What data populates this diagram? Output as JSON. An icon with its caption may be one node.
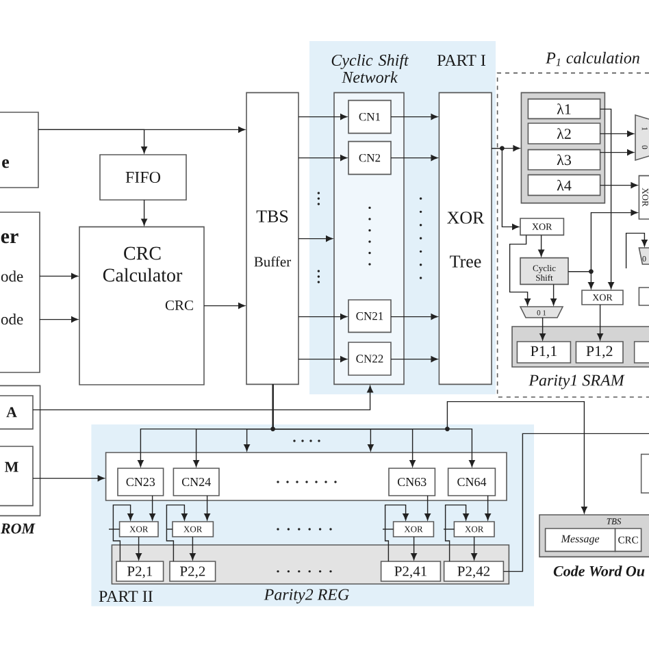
{
  "diagram": {
    "nodes": [
      {
        "text": [
          "e"
        ]
      },
      {
        "text": [
          "FIFO"
        ]
      },
      {
        "text": [
          "er",
          "ode",
          "ode"
        ]
      },
      {
        "text": [
          "CRC Calculator",
          "CRC"
        ]
      },
      {
        "text": [
          "TBS",
          "Buffer"
        ]
      },
      {
        "text": [
          "Cyclic Shift Network",
          "PART I"
        ]
      },
      {
        "text": [],
        "shape": "box",
        "in": 5
      },
      {
        "text": [
          "CN1"
        ],
        "in": 6
      },
      {
        "text": [
          "CN2"
        ],
        "in": 6
      },
      {
        "text": [
          "CN21"
        ],
        "in": 6
      },
      {
        "text": [
          "CN22"
        ],
        "in": 6
      },
      {
        "text": [
          "XOR Tree"
        ],
        "in": 5
      },
      {
        "text": [
          "P$_{1}$ calculation"
        ]
      },
      {
        "text": [],
        "shape": "box",
        "in": 12
      },
      {
        "text": [
          "λ1"
        ],
        "in": 13
      },
      {
        "text": [
          "λ2"
        ],
        "in": 13
      },
      {
        "text": [
          "λ3"
        ],
        "in": 13
      },
      {
        "text": [
          "λ4"
        ],
        "in": 13
      },
      {
        "text": [
          "1",
          "0"
        ],
        "in": 12
      },
      {
        "text": [
          "XOR"
        ],
        "in": 12
      },
      {
        "text": [
          "XOR"
        ],
        "in": 12
      },
      {
        "text": [
          "Cyclic Shift"
        ],
        "in": 12
      },
      {
        "text": [
          "0"
        ],
        "in": 12
      },
      {
        "text": [
          "0 1"
        ],
        "in": 12
      },
      {
        "text": [
          "XOR"
        ],
        "in": 12
      },
      {
        "text": [],
        "shape": "box",
        "in": 12
      },
      {
        "text": [
          "Parity1 SRAM"
        ],
        "in": 12
      },
      {
        "text": [
          "P1,1"
        ],
        "in": 26
      },
      {
        "text": [
          "P1,2"
        ],
        "in": 26
      },
      {
        "text": [],
        "shape": "box",
        "in": 26
      },
      {
        "text": [
          "ROM"
        ]
      },
      {
        "text": [
          "A"
        ],
        "in": 30
      },
      {
        "text": [
          "M"
        ],
        "in": 30
      },
      {
        "text": [
          "PART II"
        ]
      },
      {
        "text": [],
        "shape": "box",
        "in": 33
      },
      {
        "text": [
          "CN23"
        ],
        "in": 34
      },
      {
        "text": [
          "CN24"
        ],
        "in": 34
      },
      {
        "text": [
          "CN63"
        ],
        "in": 34
      },
      {
        "text": [
          "CN64"
        ],
        "in": 34
      },
      {
        "text": [
          "XOR"
        ],
        "in": 33
      },
      {
        "text": [
          "XOR"
        ],
        "in": 33
      },
      {
        "text": [
          "XOR"
        ],
        "in": 33
      },
      {
        "text": [
          "XOR"
        ],
        "in": 33
      },
      {
        "text": [
          "Parity2 REG"
        ],
        "in": 33
      },
      {
        "text": [
          "P2,1"
        ],
        "in": 43
      },
      {
        "text": [
          "P2,2"
        ],
        "in": 43
      },
      {
        "text": [
          "P2,41"
        ],
        "in": 43
      },
      {
        "text": [
          "P2,42"
        ],
        "in": 43
      },
      {
        "text": [],
        "shape": "box"
      },
      {
        "text": [
          "TBS",
          "Code Word Ou"
        ]
      },
      {
        "text": [
          "Message"
        ],
        "in": 49
      },
      {
        "text": [
          "CRC"
        ],
        "in": 49
      }
    ],
    "edges": [
      {
        "from": 0,
        "to": 4,
        "arrow": "to"
      },
      {
        "from": 0,
        "to": 1,
        "arrow": "to"
      },
      {
        "from": 1,
        "to": 3,
        "arrow": "to"
      },
      {
        "from": 2,
        "to": 3,
        "arrow": "to"
      },
      {
        "from": 2,
        "to": 3,
        "arrow": "to"
      },
      {
        "from": 3,
        "to": 4,
        "arrow": "to"
      },
      {
        "from": 4,
        "to": 7,
        "arrow": "to"
      },
      {
        "from": 4,
        "to": 8,
        "arrow": "to"
      },
      {
        "from": 4,
        "to": 6,
        "arrow": "to"
      },
      {
        "from": 4,
        "to": 9,
        "arrow": "to"
      },
      {
        "from": 4,
        "to": 10,
        "arrow": "to"
      },
      {
        "from": 7,
        "to": 11,
        "arrow": "to"
      },
      {
        "from": 8,
        "to": 11,
        "arrow": "to"
      },
      {
        "from": 9,
        "to": 11,
        "arrow": "to"
      },
      {
        "from": 10,
        "to": 11,
        "arrow": "to"
      },
      {
        "from": 11,
        "to": 13,
        "arrow": "to"
      },
      {
        "from": 11,
        "to": 20,
        "arrow": "to"
      },
      {
        "from": 15,
        "to": 18,
        "arrow": "to"
      },
      {
        "from": 16,
        "to": 18,
        "arrow": "to"
      },
      {
        "from": 17,
        "to": 19,
        "arrow": "to"
      },
      {
        "from": 20,
        "to": 21,
        "arrow": "to"
      },
      {
        "from": 20,
        "to": 23,
        "arrow": "to"
      },
      {
        "from": 21,
        "to": 23,
        "arrow": "to"
      },
      {
        "from": 21,
        "to": 24,
        "arrow": "to"
      },
      {
        "from": 21,
        "to": 19,
        "arrow": "to"
      },
      {
        "from": 14,
        "to": 24,
        "arrow": "to"
      },
      {
        "from": 23,
        "to": 27,
        "arrow": "to"
      },
      {
        "from": 24,
        "to": 28,
        "arrow": "to"
      },
      {
        "from": null,
        "to": 22,
        "arrow": "to"
      },
      {
        "from": 31,
        "to": 6,
        "arrow": "to"
      },
      {
        "from": 32,
        "to": 34,
        "arrow": "to"
      },
      {
        "from": 4,
        "to": 35,
        "arrow": "to"
      },
      {
        "from": 4,
        "to": 36,
        "arrow": "to"
      },
      {
        "from": 4,
        "to": 34,
        "arrow": "to"
      },
      {
        "from": 4,
        "to": 34,
        "arrow": "to"
      },
      {
        "from": 4,
        "to": 37,
        "arrow": "to"
      },
      {
        "from": 4,
        "to": 38,
        "arrow": "to"
      },
      {
        "from": 4,
        "to": 49,
        "arrow": "to"
      },
      {
        "from": 35,
        "to": 39,
        "arrow": "to"
      },
      {
        "from": 36,
        "to": 40,
        "arrow": "to"
      },
      {
        "from": 37,
        "to": 41,
        "arrow": "to"
      },
      {
        "from": 38,
        "to": 42,
        "arrow": "to"
      },
      {
        "from": 39,
        "to": 44,
        "arrow": "to"
      },
      {
        "from": 40,
        "to": 45,
        "arrow": "to"
      },
      {
        "from": 41,
        "to": 46,
        "arrow": "to"
      },
      {
        "from": 42,
        "to": 47,
        "arrow": "to"
      },
      {
        "from": 44,
        "to": 39,
        "arrow": "to"
      },
      {
        "from": 45,
        "to": 40,
        "arrow": "to"
      },
      {
        "from": 46,
        "to": 41,
        "arrow": "to"
      },
      {
        "from": 47,
        "to": 42,
        "arrow": "to"
      },
      {
        "from": null,
        "to": 39,
        "arrow": "none"
      },
      {
        "from": null,
        "to": 40,
        "arrow": "none"
      },
      {
        "from": null,
        "to": 41,
        "arrow": "none"
      },
      {
        "from": null,
        "to": 42,
        "arrow": "none"
      },
      {
        "from": 47,
        "to": null,
        "arrow": "none"
      }
    ]
  }
}
